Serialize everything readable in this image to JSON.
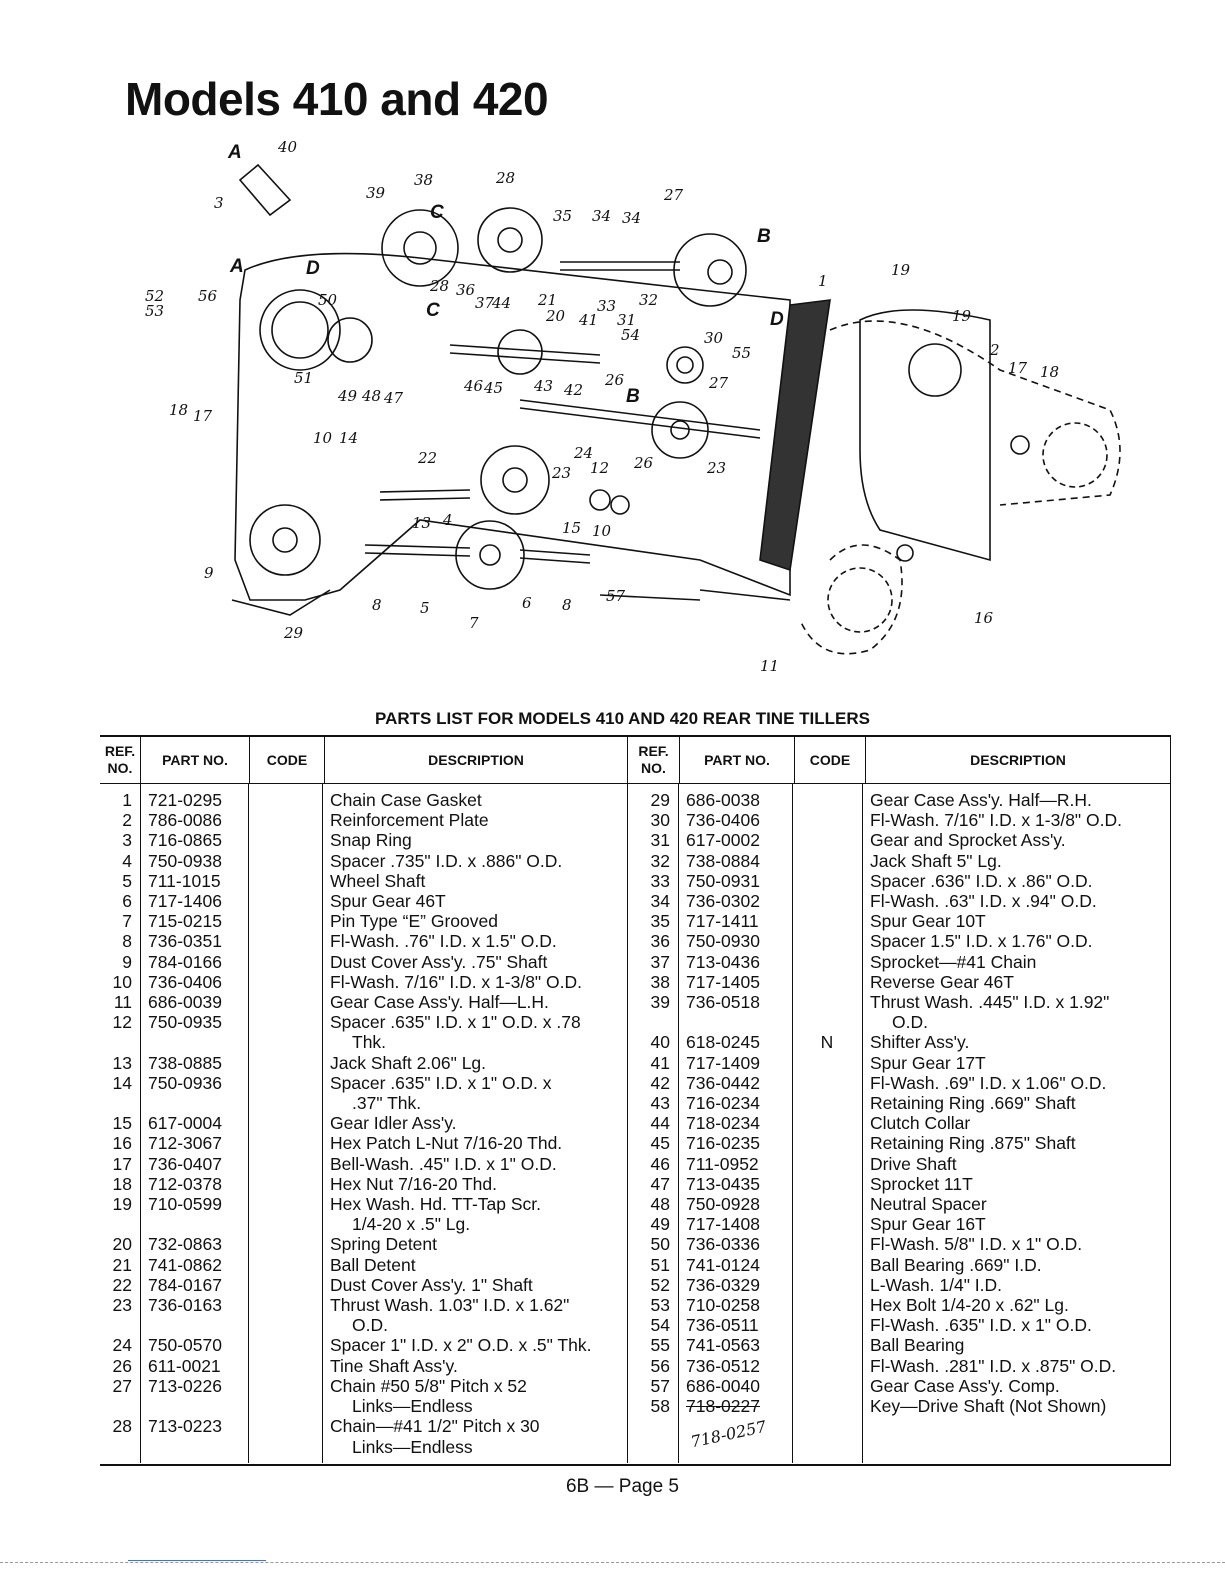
{
  "title": "Models 410 and 420",
  "diagram": {
    "callouts": [
      "A",
      "40",
      "3",
      "39",
      "38",
      "28",
      "C",
      "35",
      "34",
      "34",
      "27",
      "B",
      "A",
      "D",
      "52",
      "56",
      "53",
      "50",
      "28",
      "36",
      "37",
      "44",
      "21",
      "20",
      "C",
      "41",
      "33",
      "32",
      "31",
      "54",
      "30",
      "55",
      "51",
      "49",
      "48",
      "47",
      "46",
      "45",
      "43",
      "42",
      "26",
      "B",
      "27",
      "18",
      "17",
      "10",
      "14",
      "22",
      "24",
      "23",
      "12",
      "26",
      "23",
      "13",
      "4",
      "15",
      "10",
      "9",
      "8",
      "5",
      "6",
      "8",
      "57",
      "7",
      "29",
      "1",
      "19",
      "19",
      "2",
      "17",
      "18",
      "16",
      "11",
      "D"
    ]
  },
  "parts_list_title": "PARTS LIST FOR MODELS 410 AND 420 REAR TINE TILLERS",
  "headers": {
    "ref": "REF. NO.",
    "part": "PART NO.",
    "code": "CODE",
    "description": "DESCRIPTION"
  },
  "left_rows": [
    {
      "ref": "1",
      "part": "721-0295",
      "code": "",
      "desc": "Chain Case Gasket",
      "cont": ""
    },
    {
      "ref": "2",
      "part": "786-0086",
      "code": "",
      "desc": "Reinforcement Plate",
      "cont": ""
    },
    {
      "ref": "3",
      "part": "716-0865",
      "code": "",
      "desc": "Snap Ring",
      "cont": ""
    },
    {
      "ref": "4",
      "part": "750-0938",
      "code": "",
      "desc": "Spacer .735\" I.D. x .886\" O.D.",
      "cont": ""
    },
    {
      "ref": "5",
      "part": "711-1015",
      "code": "",
      "desc": "Wheel Shaft",
      "cont": ""
    },
    {
      "ref": "6",
      "part": "717-1406",
      "code": "",
      "desc": "Spur Gear 46T",
      "cont": ""
    },
    {
      "ref": "7",
      "part": "715-0215",
      "code": "",
      "desc": "Pin Type “E” Grooved",
      "cont": ""
    },
    {
      "ref": "8",
      "part": "736-0351",
      "code": "",
      "desc": "Fl-Wash. .76\" I.D. x 1.5\" O.D.",
      "cont": ""
    },
    {
      "ref": "9",
      "part": "784-0166",
      "code": "",
      "desc": "Dust Cover Ass'y. .75\" Shaft",
      "cont": ""
    },
    {
      "ref": "10",
      "part": "736-0406",
      "code": "",
      "desc": "Fl-Wash. 7/16\" I.D. x 1-3/8\" O.D.",
      "cont": ""
    },
    {
      "ref": "11",
      "part": "686-0039",
      "code": "",
      "desc": "Gear Case Ass'y. Half—L.H.",
      "cont": ""
    },
    {
      "ref": "12",
      "part": "750-0935",
      "code": "",
      "desc": "Spacer .635\" I.D. x 1\" O.D. x .78",
      "cont": "Thk."
    },
    {
      "ref": "13",
      "part": "738-0885",
      "code": "",
      "desc": "Jack Shaft 2.06\" Lg.",
      "cont": ""
    },
    {
      "ref": "14",
      "part": "750-0936",
      "code": "",
      "desc": "Spacer .635\" I.D. x 1\" O.D. x",
      "cont": ".37\" Thk."
    },
    {
      "ref": "15",
      "part": "617-0004",
      "code": "",
      "desc": "Gear Idler Ass'y.",
      "cont": ""
    },
    {
      "ref": "16",
      "part": "712-3067",
      "code": "",
      "desc": "Hex Patch L-Nut 7/16-20 Thd.",
      "cont": ""
    },
    {
      "ref": "17",
      "part": "736-0407",
      "code": "",
      "desc": "Bell-Wash. .45\" I.D. x 1\" O.D.",
      "cont": ""
    },
    {
      "ref": "18",
      "part": "712-0378",
      "code": "",
      "desc": "Hex Nut 7/16-20 Thd.",
      "cont": ""
    },
    {
      "ref": "19",
      "part": "710-0599",
      "code": "",
      "desc": "Hex Wash. Hd. TT-Tap Scr.",
      "cont": "1/4-20 x .5\" Lg."
    },
    {
      "ref": "20",
      "part": "732-0863",
      "code": "",
      "desc": "Spring Detent",
      "cont": ""
    },
    {
      "ref": "21",
      "part": "741-0862",
      "code": "",
      "desc": "Ball Detent",
      "cont": ""
    },
    {
      "ref": "22",
      "part": "784-0167",
      "code": "",
      "desc": "Dust Cover Ass'y. 1\" Shaft",
      "cont": ""
    },
    {
      "ref": "23",
      "part": "736-0163",
      "code": "",
      "desc": "Thrust Wash. 1.03\" I.D. x 1.62\"",
      "cont": "O.D."
    },
    {
      "ref": "24",
      "part": "750-0570",
      "code": "",
      "desc": "Spacer 1\" I.D. x 2\" O.D. x .5\" Thk.",
      "cont": ""
    },
    {
      "ref": "26",
      "part": "611-0021",
      "code": "",
      "desc": "Tine Shaft Ass'y.",
      "cont": ""
    },
    {
      "ref": "27",
      "part": "713-0226",
      "code": "",
      "desc": "Chain #50 5/8\" Pitch x 52",
      "cont": "Links—Endless"
    },
    {
      "ref": "28",
      "part": "713-0223",
      "code": "",
      "desc": "Chain—#41 1/2\" Pitch x 30",
      "cont": "Links—Endless"
    }
  ],
  "right_rows": [
    {
      "ref": "29",
      "part": "686-0038",
      "code": "",
      "desc": "Gear Case Ass'y. Half—R.H.",
      "cont": ""
    },
    {
      "ref": "30",
      "part": "736-0406",
      "code": "",
      "desc": "Fl-Wash. 7/16\" I.D. x 1-3/8\" O.D.",
      "cont": ""
    },
    {
      "ref": "31",
      "part": "617-0002",
      "code": "",
      "desc": "Gear and Sprocket Ass'y.",
      "cont": ""
    },
    {
      "ref": "32",
      "part": "738-0884",
      "code": "",
      "desc": "Jack Shaft 5\" Lg.",
      "cont": ""
    },
    {
      "ref": "33",
      "part": "750-0931",
      "code": "",
      "desc": "Spacer .636\" I.D. x .86\" O.D.",
      "cont": ""
    },
    {
      "ref": "34",
      "part": "736-0302",
      "code": "",
      "desc": "Fl-Wash. .63\" I.D. x .94\" O.D.",
      "cont": ""
    },
    {
      "ref": "35",
      "part": "717-1411",
      "code": "",
      "desc": "Spur Gear 10T",
      "cont": ""
    },
    {
      "ref": "36",
      "part": "750-0930",
      "code": "",
      "desc": "Spacer 1.5\" I.D. x 1.76\" O.D.",
      "cont": ""
    },
    {
      "ref": "37",
      "part": "713-0436",
      "code": "",
      "desc": "Sprocket—#41 Chain",
      "cont": ""
    },
    {
      "ref": "38",
      "part": "717-1405",
      "code": "",
      "desc": "Reverse Gear 46T",
      "cont": ""
    },
    {
      "ref": "39",
      "part": "736-0518",
      "code": "",
      "desc": "Thrust Wash. .445\" I.D. x 1.92\"",
      "cont": "O.D."
    },
    {
      "ref": "40",
      "part": "618-0245",
      "code": "N",
      "desc": "Shifter Ass'y.",
      "cont": ""
    },
    {
      "ref": "41",
      "part": "717-1409",
      "code": "",
      "desc": "Spur Gear 17T",
      "cont": ""
    },
    {
      "ref": "42",
      "part": "736-0442",
      "code": "",
      "desc": "Fl-Wash. .69\" I.D. x 1.06\" O.D.",
      "cont": ""
    },
    {
      "ref": "43",
      "part": "716-0234",
      "code": "",
      "desc": "Retaining Ring .669\" Shaft",
      "cont": ""
    },
    {
      "ref": "44",
      "part": "718-0234",
      "code": "",
      "desc": "Clutch Collar",
      "cont": ""
    },
    {
      "ref": "45",
      "part": "716-0235",
      "code": "",
      "desc": "Retaining Ring .875\" Shaft",
      "cont": ""
    },
    {
      "ref": "46",
      "part": "711-0952",
      "code": "",
      "desc": "Drive Shaft",
      "cont": ""
    },
    {
      "ref": "47",
      "part": "713-0435",
      "code": "",
      "desc": "Sprocket 11T",
      "cont": ""
    },
    {
      "ref": "48",
      "part": "750-0928",
      "code": "",
      "desc": "Neutral Spacer",
      "cont": ""
    },
    {
      "ref": "49",
      "part": "717-1408",
      "code": "",
      "desc": "Spur Gear 16T",
      "cont": ""
    },
    {
      "ref": "50",
      "part": "736-0336",
      "code": "",
      "desc": "Fl-Wash. 5/8\" I.D. x 1\" O.D.",
      "cont": ""
    },
    {
      "ref": "51",
      "part": "741-0124",
      "code": "",
      "desc": "Ball Bearing .669\" I.D.",
      "cont": ""
    },
    {
      "ref": "52",
      "part": "736-0329",
      "code": "",
      "desc": "L-Wash. 1/4\" I.D.",
      "cont": ""
    },
    {
      "ref": "53",
      "part": "710-0258",
      "code": "",
      "desc": "Hex Bolt 1/4-20 x .62\" Lg.",
      "cont": ""
    },
    {
      "ref": "54",
      "part": "736-0511",
      "code": "",
      "desc": "Fl-Wash. .635\" I.D. x 1\" O.D.",
      "cont": ""
    },
    {
      "ref": "55",
      "part": "741-0563",
      "code": "",
      "desc": "Ball Bearing",
      "cont": ""
    },
    {
      "ref": "56",
      "part": "736-0512",
      "code": "",
      "desc": "Fl-Wash. .281\" I.D. x .875\" O.D.",
      "cont": ""
    },
    {
      "ref": "57",
      "part": "686-0040",
      "code": "",
      "desc": "Gear Case Ass'y. Comp.",
      "cont": ""
    },
    {
      "ref": "58",
      "part": "718-0227",
      "code": "",
      "desc": "Key—Drive Shaft (Not Shown)",
      "cont": "",
      "struck": true,
      "handwritten": "718-0257"
    }
  ],
  "footer": "6B — Page 5"
}
